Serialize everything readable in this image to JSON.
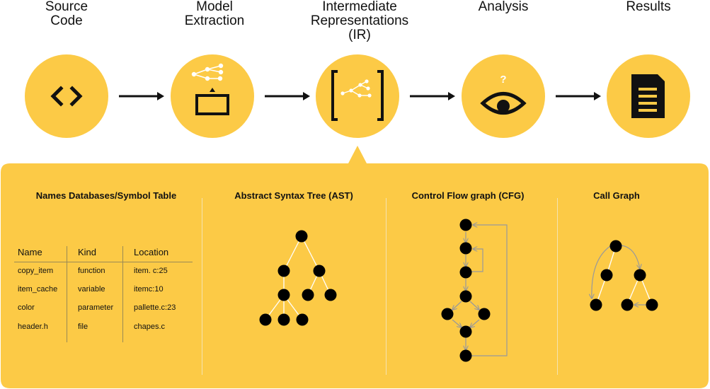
{
  "colors": {
    "accent": "#fcca46",
    "ink": "#111111",
    "edge": "#999999",
    "white": "#ffffff"
  },
  "stages": [
    {
      "title_lines": [
        "Source",
        "Code"
      ],
      "icon": "code-brackets-icon"
    },
    {
      "title_lines": [
        "Model",
        "Extraction"
      ],
      "icon": "model-extraction-icon"
    },
    {
      "title_lines": [
        "Intermediate",
        "Representations",
        "(IR)"
      ],
      "icon": "ir-brackets-icon"
    },
    {
      "title_lines": [
        "Analysis"
      ],
      "icon": "eye-question-icon"
    },
    {
      "title_lines": [
        "Results"
      ],
      "icon": "document-icon"
    }
  ],
  "panel": {
    "columns": [
      {
        "title": "Names Databases/Symbol Table"
      },
      {
        "title": "Abstract Syntax Tree (AST)"
      },
      {
        "title": "Control Flow graph (CFG)"
      },
      {
        "title": "Call Graph"
      }
    ],
    "symbol_table": {
      "headers": [
        "Name",
        "Kind",
        "Location"
      ],
      "rows": [
        [
          "copy_item",
          "function",
          "item. c:25"
        ],
        [
          "item_cache",
          "variable",
          "itemc:10"
        ],
        [
          "color",
          "parameter",
          "pallette.c:23"
        ],
        [
          "header.h",
          "file",
          "chapes.c"
        ]
      ]
    }
  }
}
